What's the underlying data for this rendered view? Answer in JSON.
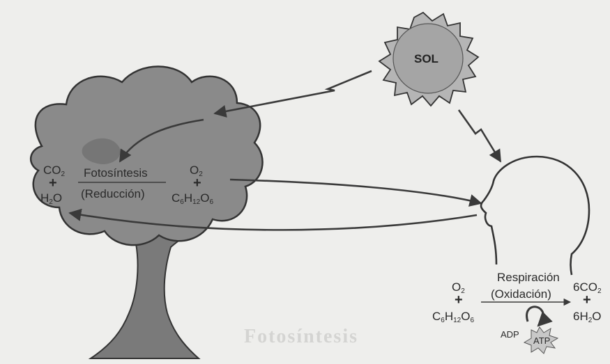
{
  "sun": {
    "label": "SOL"
  },
  "photosynthesis": {
    "process": "Fotosíntesis",
    "type": "(Reducción)",
    "reactant_top": [
      "CO",
      "2"
    ],
    "reactant_bottom": [
      "H",
      "2",
      "O"
    ],
    "product_top": [
      "O",
      "2"
    ],
    "product_bottom": [
      "C",
      "6",
      "H",
      "12",
      "O",
      "6"
    ]
  },
  "respiration": {
    "process": "Respiración",
    "type": "(Oxidación)",
    "reactant_top": [
      "O",
      "2"
    ],
    "reactant_bottom": [
      "C",
      "6",
      "H",
      "12",
      "O",
      "6"
    ],
    "product_top": [
      "6CO",
      "2"
    ],
    "product_bottom": [
      "6H",
      "2",
      "O"
    ],
    "adp": "ADP",
    "atp": "ATP"
  },
  "plus_sign": "+",
  "watermark": "Fotosíntesis",
  "colors": {
    "background": "#eeeeec",
    "tree_canopy": "#8a8a8a",
    "ink": "#3a3a3a",
    "trunk": "#7a7a7a"
  }
}
